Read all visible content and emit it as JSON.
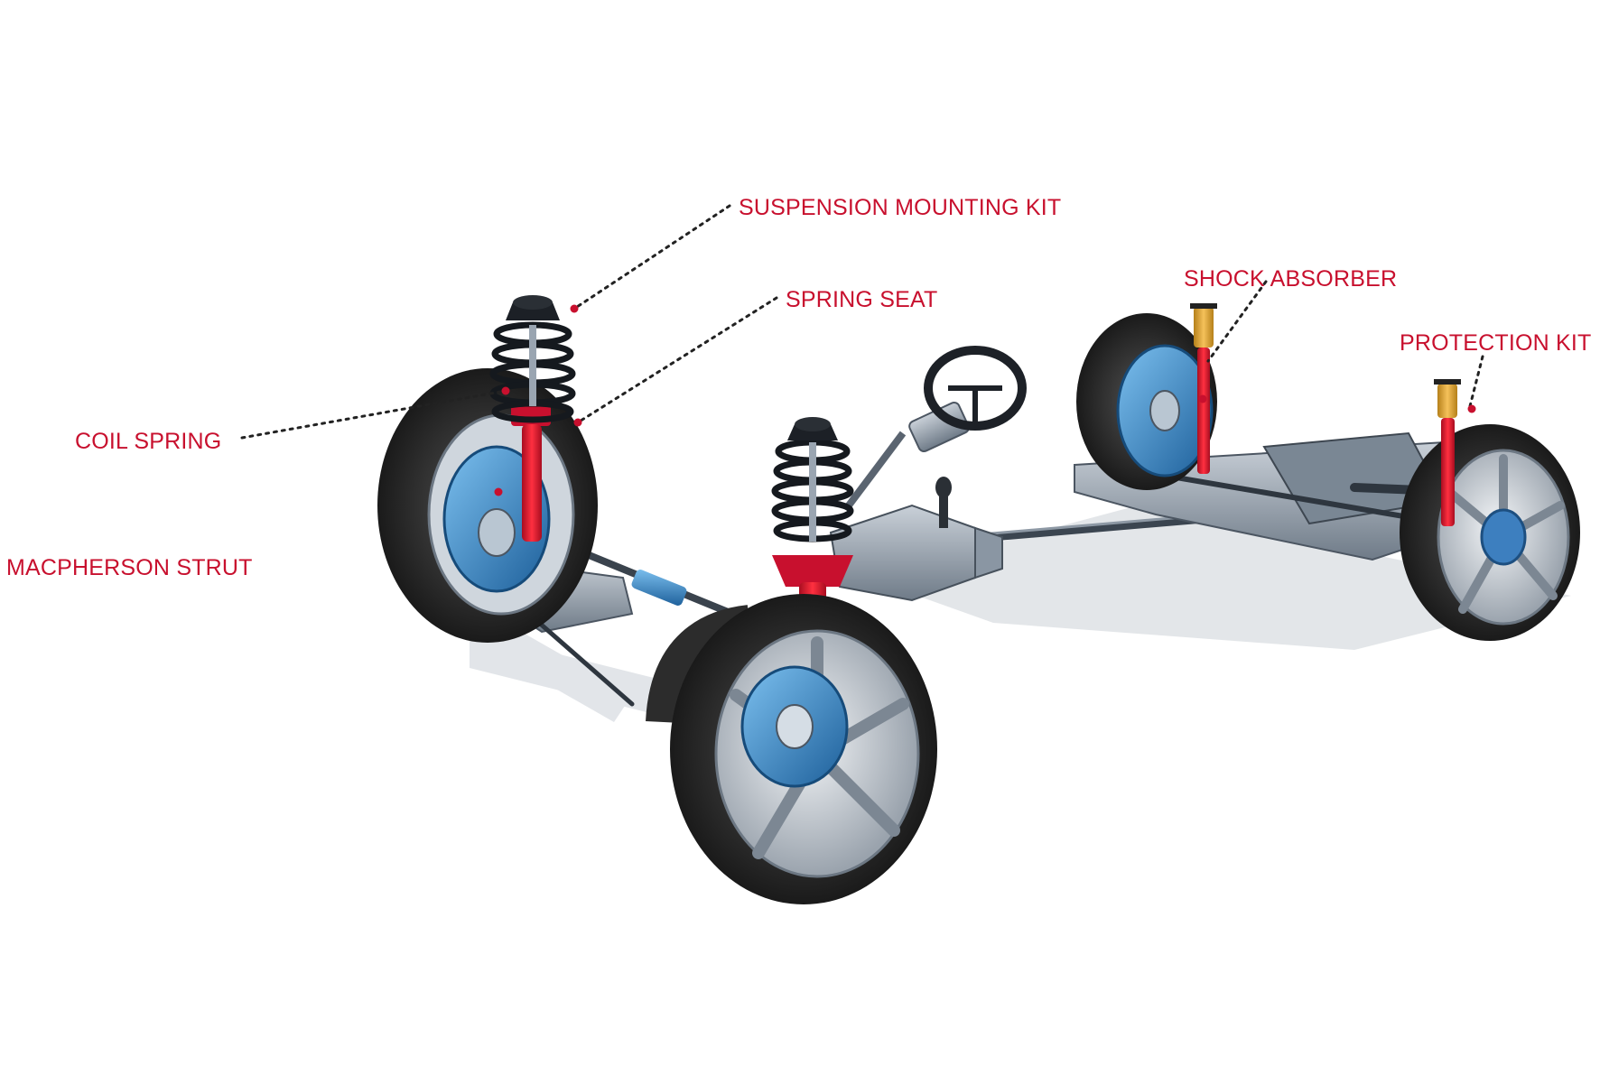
{
  "diagram": {
    "subject": "Car chassis with suspension and steering components",
    "colors": {
      "label": "#c8102e",
      "strut": "#d8142b",
      "hub": "#2f80c4",
      "tire": "#2b2b2b",
      "metal": "#8a96a3"
    },
    "labels": {
      "suspension_mounting_kit": "SUSPENSION MOUNTING KIT",
      "spring_seat": "SPRING SEAT",
      "coil_spring": "COIL SPRING",
      "macpherson_strut": "MACPHERSON STRUT",
      "shock_absorber": "SHOCK ABSORBER",
      "protection_kit": "PROTECTION KIT"
    }
  }
}
